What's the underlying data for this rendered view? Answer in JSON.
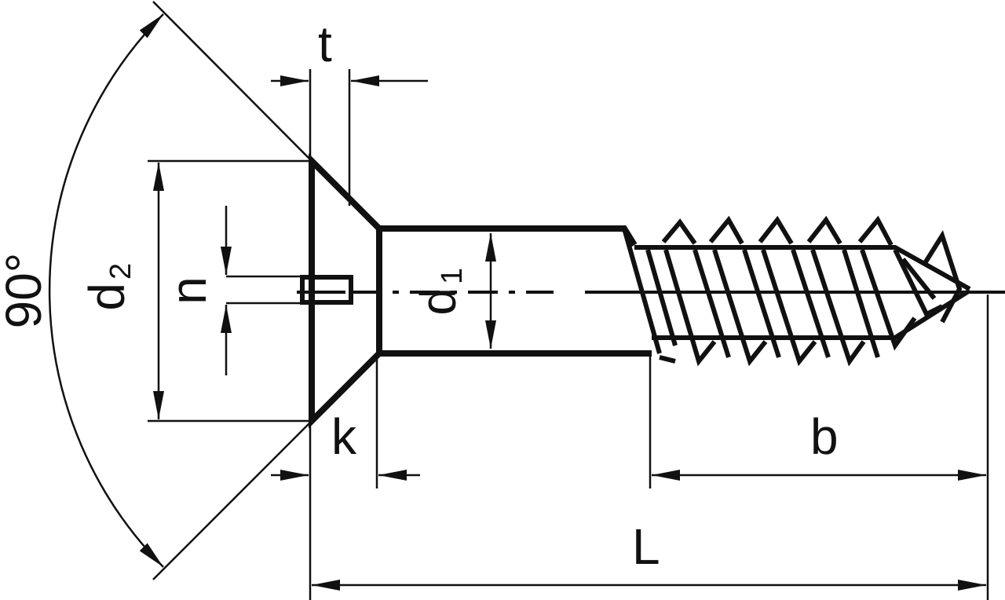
{
  "labels": {
    "t": "t",
    "angle": "90°",
    "d2": "d",
    "d2_sub": "2",
    "n": "n",
    "d1": "d",
    "d1_sub": "1",
    "k": "k",
    "b": "b",
    "L": "L"
  },
  "colors": {
    "ink": "#111111",
    "background": "#ffffff"
  }
}
